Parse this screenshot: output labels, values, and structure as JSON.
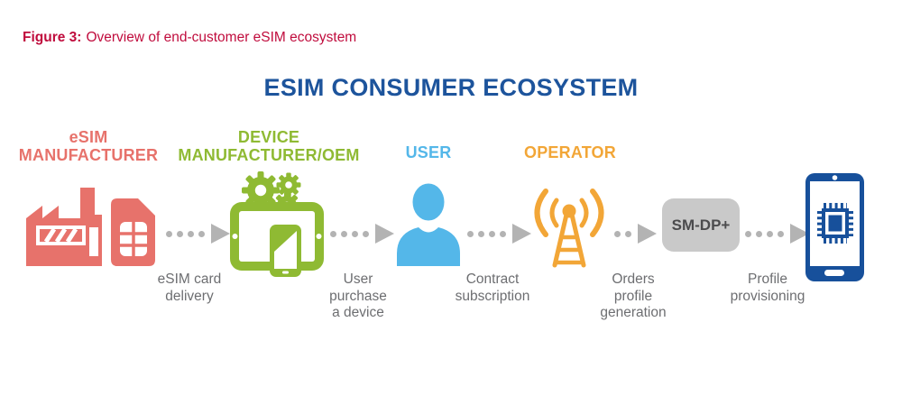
{
  "caption": {
    "label": "Figure 3:",
    "text": "Overview of end-customer eSIM ecosystem"
  },
  "title": "ESIM CONSUMER ECOSYSTEM",
  "entities": {
    "esim_manufacturer": {
      "label": "eSIM\nMANUFACTURER",
      "color": "#E7726B",
      "icon": "factory-and-sim-card-icon"
    },
    "device_manufacturer": {
      "label": "DEVICE\nMANUFACTURER/OEM",
      "color": "#8FBA33",
      "icon": "tablet-gears-smartphone-icon"
    },
    "user": {
      "label": "USER",
      "color": "#54B7E9",
      "icon": "person-silhouette-icon"
    },
    "operator": {
      "label": "OPERATOR",
      "color": "#F2A637",
      "icon": "radio-tower-icon"
    },
    "sm_dp_plus": {
      "label": "SM-DP+",
      "box_color": "#C9C9C9",
      "text_color": "#4B4B4D"
    },
    "end_device": {
      "icon": "smartphone-with-chip-icon",
      "color": "#17509B"
    }
  },
  "flow_steps": {
    "esim_card_delivery": "eSIM card\ndelivery",
    "user_purchase_device": "User\npurchase\na device",
    "contract_subscription": "Contract\nsubscription",
    "orders_profile_generation": "Orders\nprofile\ngeneration",
    "profile_provisioning": "Profile\nprovisioning"
  },
  "colors": {
    "caption_text": "#C00C3D",
    "title_text": "#1D549C",
    "flow_label_text": "#6D6E71",
    "arrow": "#B3B3B3",
    "background": "#FFFFFF"
  }
}
